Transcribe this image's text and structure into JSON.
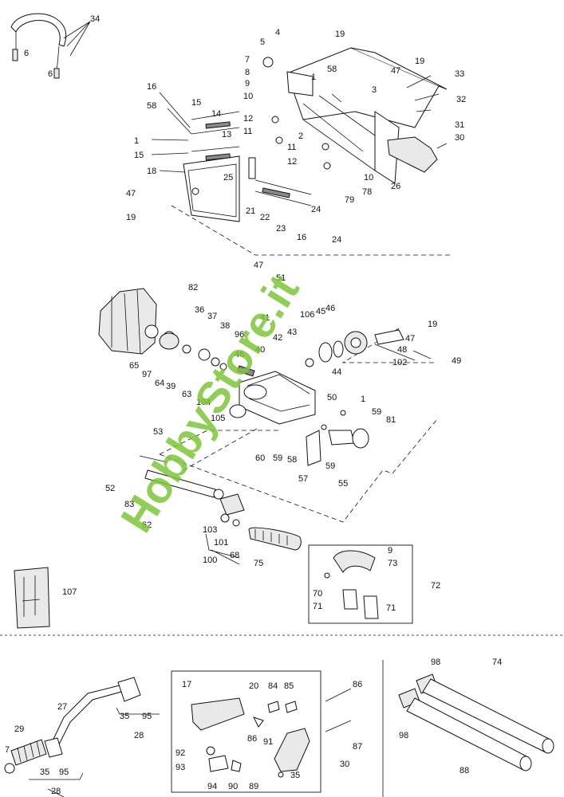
{
  "diagram": {
    "type": "exploded-parts-view",
    "watermark": "HobbyStore.it",
    "callouts": [
      "34",
      "6",
      "6",
      "4",
      "5",
      "7",
      "8",
      "9",
      "1",
      "58",
      "19",
      "47",
      "19",
      "3",
      "33",
      "32",
      "31",
      "30",
      "16",
      "58",
      "15",
      "14",
      "13",
      "1",
      "15",
      "18",
      "25",
      "12",
      "11",
      "10",
      "11",
      "2",
      "12",
      "10",
      "26",
      "47",
      "19",
      "21",
      "22",
      "23",
      "16",
      "24",
      "24",
      "78",
      "79",
      "47",
      "51",
      "82",
      "36",
      "37",
      "38",
      "96",
      "46",
      "106",
      "45",
      "46",
      "41",
      "43",
      "42",
      "40",
      "19",
      "47",
      "48",
      "102",
      "49",
      "65",
      "97",
      "64",
      "39",
      "63",
      "44",
      "50",
      "104",
      "105",
      "1",
      "59",
      "81",
      "60",
      "59",
      "58",
      "59",
      "57",
      "55",
      "53",
      "52",
      "83",
      "62",
      "103",
      "101",
      "68",
      "100",
      "75",
      "9",
      "73",
      "72",
      "70",
      "71",
      "71",
      "107",
      "17",
      "20",
      "84",
      "85",
      "86",
      "87",
      "27",
      "35",
      "95",
      "28",
      "29",
      "7",
      "35",
      "95",
      "28",
      "92",
      "93",
      "86",
      "91",
      "94",
      "90",
      "89",
      "35",
      "30",
      "98",
      "74",
      "98",
      "88"
    ]
  }
}
